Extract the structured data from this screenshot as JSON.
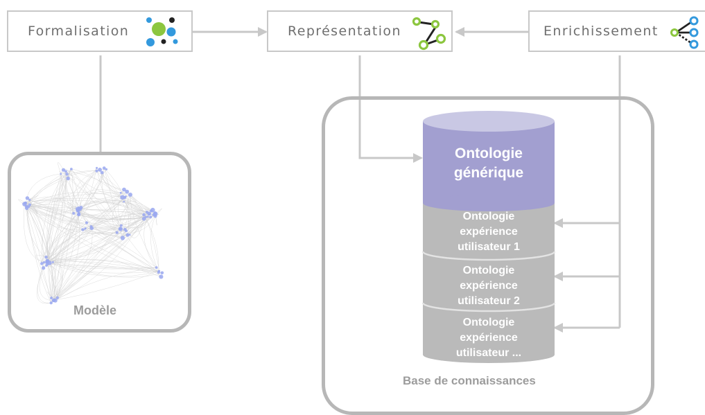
{
  "stages": {
    "formalisation": "Formalisation",
    "representation": "Représentation",
    "enrichissement": "Enrichissement"
  },
  "model": {
    "caption": "Modèle"
  },
  "knowledge_base": {
    "caption": "Base de connaissances",
    "generic": {
      "line1": "Ontologie",
      "line2": "générique"
    },
    "layers": [
      {
        "line1": "Ontologie",
        "line2": "expérience",
        "line3": "utilisateur 1"
      },
      {
        "line1": "Ontologie",
        "line2": "expérience",
        "line3": "utilisateur 2"
      },
      {
        "line1": "Ontologie",
        "line2": "expérience",
        "line3": "utilisateur ..."
      }
    ]
  },
  "colors": {
    "connector": "#c8c8c8",
    "generic_fill": "#a29fd0",
    "layer_fill": "#bababa",
    "graph_node": "#9aa8f0",
    "icon_green": "#8cc63f",
    "icon_blue": "#3399dd",
    "icon_dark": "#222222"
  }
}
